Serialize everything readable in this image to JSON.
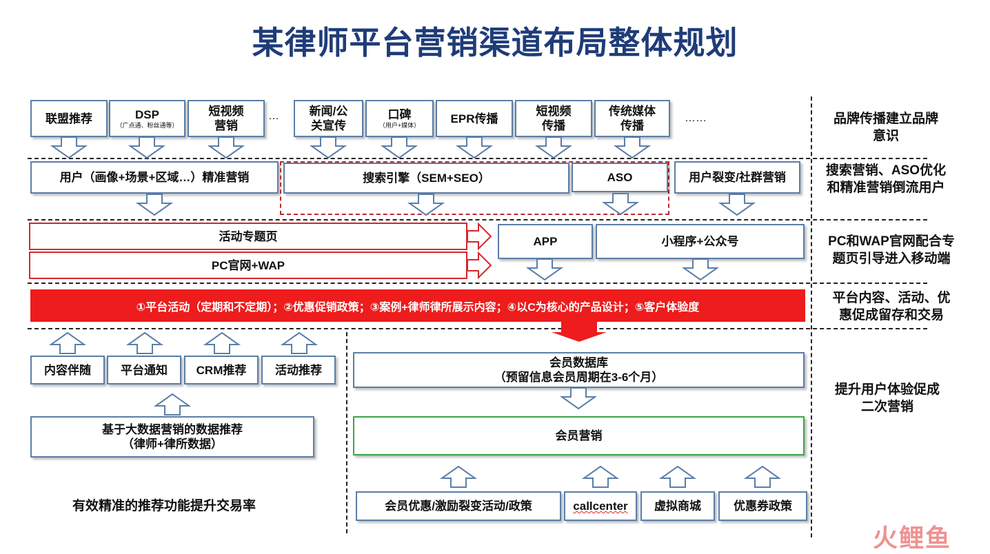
{
  "title": "某律师平台营销渠道布局整体规划",
  "row1": {
    "boxes": [
      {
        "label": "联盟推荐"
      },
      {
        "label": "DSP",
        "sub": "（广点通、粉丝通等）"
      },
      {
        "label": "短视频\n营销"
      },
      {
        "label": "新闻/公\n关宣传"
      },
      {
        "label": "口碑",
        "sub": "（用户+媒体）"
      },
      {
        "label": "EPR传播"
      },
      {
        "label": "短视频\n传播"
      },
      {
        "label": "传统媒体\n传播"
      }
    ],
    "ellipsis_left": "…",
    "ellipsis_right": "……"
  },
  "row2": {
    "boxes": [
      {
        "label": "用户（画像+场景+区域…）精准营销"
      },
      {
        "label": "搜索引擎（SEM+SEO）"
      },
      {
        "label": "ASO"
      },
      {
        "label": "用户裂变/社群营销"
      }
    ]
  },
  "row3": {
    "left_boxes": [
      {
        "label": "活动专题页"
      },
      {
        "label": "PC官网+WAP"
      }
    ],
    "right_boxes": [
      {
        "label": "APP"
      },
      {
        "label": "小程序+公众号"
      }
    ]
  },
  "red_bar": "①平台活动（定期和不定期）；②优惠促销政策；③案例+律师律所展示内容；④以C为核心的产品设计；⑤客户体验度",
  "bottom_left": {
    "boxes": [
      {
        "label": "内容伴随"
      },
      {
        "label": "平台通知"
      },
      {
        "label": "CRM推荐"
      },
      {
        "label": "活动推荐"
      }
    ],
    "data_box": "基于大数据营销的数据推荐\n（律师+律所数据）",
    "footer": "有效精准的推荐功能提升交易率"
  },
  "bottom_right": {
    "member_db": "会员数据库\n（预留信息会员周期在3-6个月）",
    "member_marketing": "会员营销",
    "boxes": [
      {
        "label": "会员优惠/激励裂变活动/政策"
      },
      {
        "label": "callcenter"
      },
      {
        "label": "虚拟商城"
      },
      {
        "label": "优惠券政策"
      }
    ]
  },
  "right_labels": [
    "品牌传播建立品牌\n意识",
    "搜索营销、ASO优化\n和精准营销倒流用户",
    "PC和WAP官网配合专\n题页引导进入移动端",
    "平台内容、活动、优\n惠促成留存和交易",
    "提升用户体验促成\n二次营销"
  ],
  "watermark": "火鲤鱼",
  "colors": {
    "title": "#1f3c78",
    "box_border": "#5b7ea6",
    "red": "#ee1c1c",
    "green": "#3aa54a"
  }
}
